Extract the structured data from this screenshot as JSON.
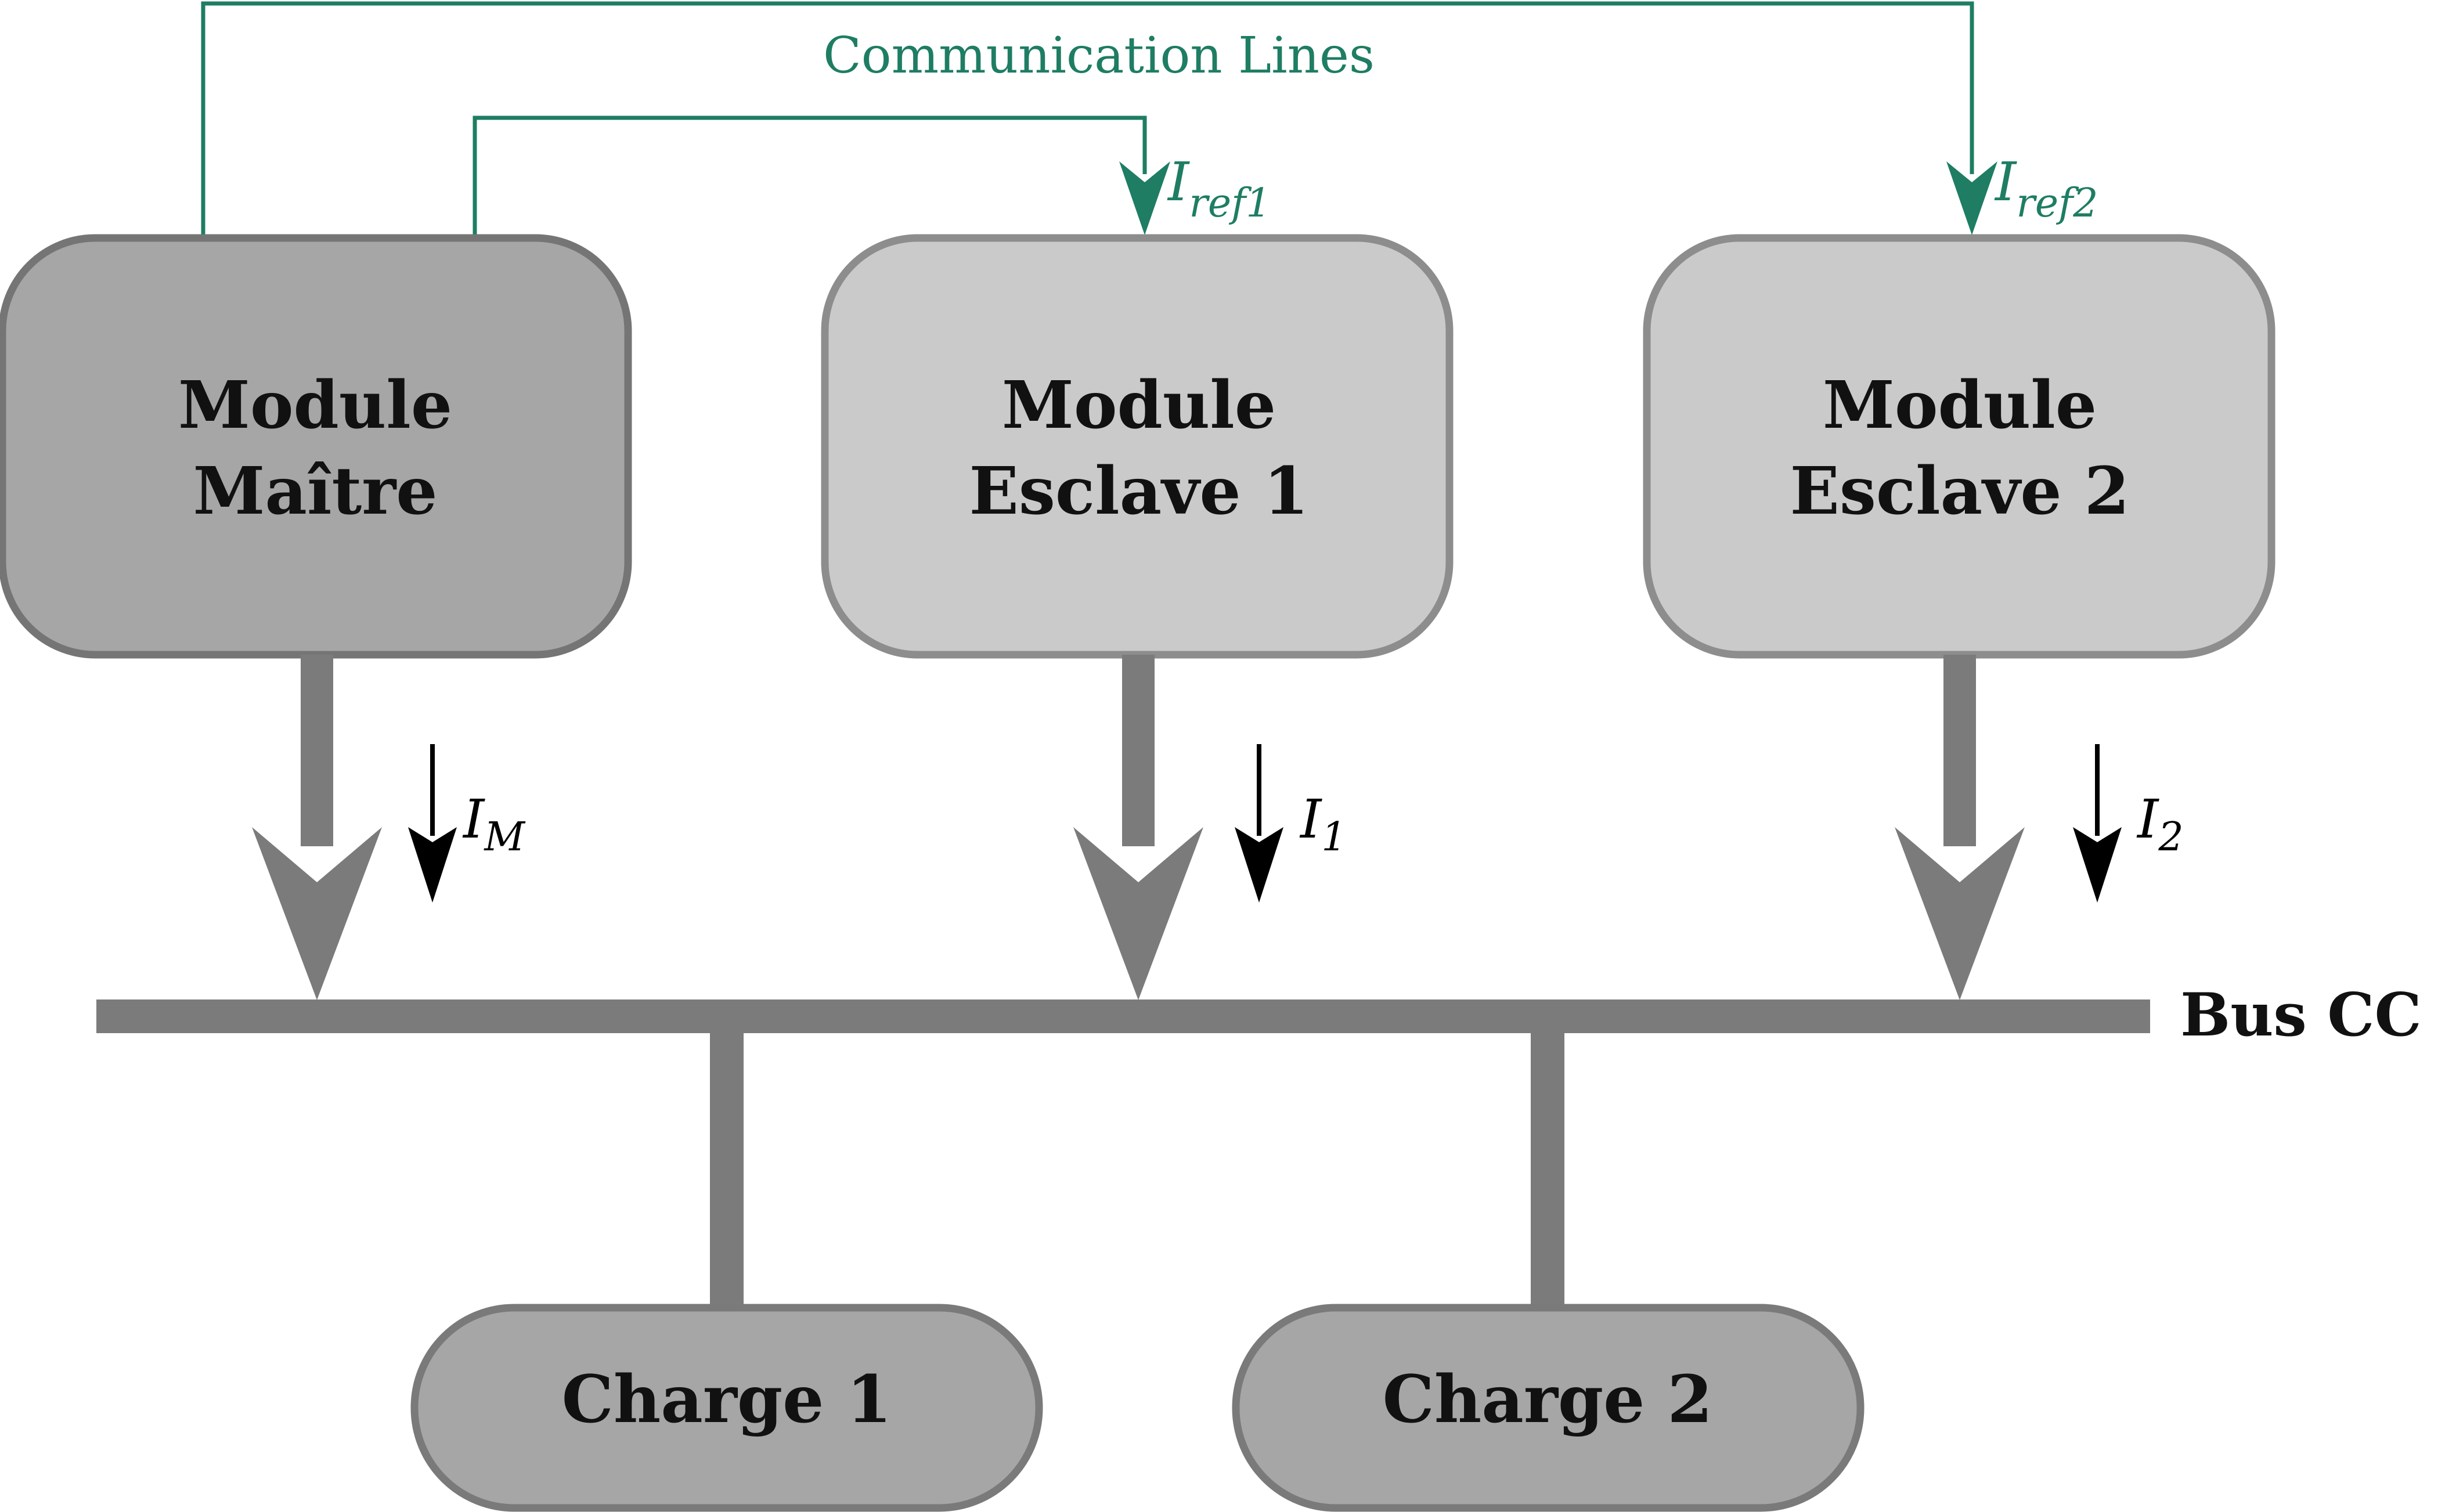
{
  "colors": {
    "comm": "#1e7d63",
    "bus": "#7b7b7b",
    "master_fill": "#a6a6a6",
    "master_stroke": "#757575",
    "slave_fill": "#cacaca",
    "slave_stroke": "#8d8d8d",
    "charge_fill": "#a6a6a6",
    "charge_stroke": "#7a7a7a",
    "current_arrow": "#000000"
  },
  "communication": {
    "label": "Communication Lines",
    "refs": [
      {
        "main": "I",
        "sub": "ref1"
      },
      {
        "main": "I",
        "sub": "ref2"
      }
    ]
  },
  "modules": [
    {
      "line1": "Module",
      "line2": "Maître"
    },
    {
      "line1": "Module",
      "line2": "Esclave 1"
    },
    {
      "line1": "Module",
      "line2": "Esclave 2"
    }
  ],
  "currents": [
    {
      "main": "I",
      "sub": "M"
    },
    {
      "main": "I",
      "sub": "1"
    },
    {
      "main": "I",
      "sub": "2"
    }
  ],
  "bus": {
    "label": "Bus CC"
  },
  "charges": [
    {
      "label": "Charge 1"
    },
    {
      "label": "Charge 2"
    }
  ]
}
